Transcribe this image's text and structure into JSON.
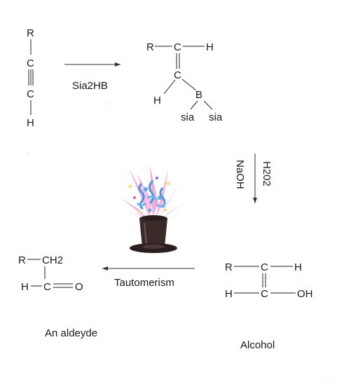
{
  "diagram": {
    "alkyne": {
      "r": "R",
      "c1": "C",
      "c2": "C",
      "h": "H"
    },
    "step1": {
      "reagent": "Sia2HB"
    },
    "vinylborane": {
      "r": "R",
      "c1": "C",
      "h_top": "H",
      "c2": "C",
      "h_left": "H",
      "b": "B",
      "sia1": "sia",
      "sia2": "sia"
    },
    "step2": {
      "reagent1": "H202",
      "reagent2": "NaOH"
    },
    "enol": {
      "r": "R",
      "c1": "C",
      "h1": "H",
      "h2": "H",
      "c2": "C",
      "oh": "OH",
      "caption": "Alcohol"
    },
    "step3": {
      "label": "Tautomerism"
    },
    "aldehyde": {
      "r": "R",
      "ch2": "CH2",
      "h": "H",
      "c": "C",
      "o": "O",
      "caption": "An aldeyde"
    },
    "illustration": {
      "icon": "magic-hat-icon",
      "colors": {
        "hat": "#3a2a2a",
        "burst_pink": "#f3a6d8",
        "burst_blue": "#5aa9e6",
        "burst_yellow": "#f2e36b"
      }
    }
  }
}
